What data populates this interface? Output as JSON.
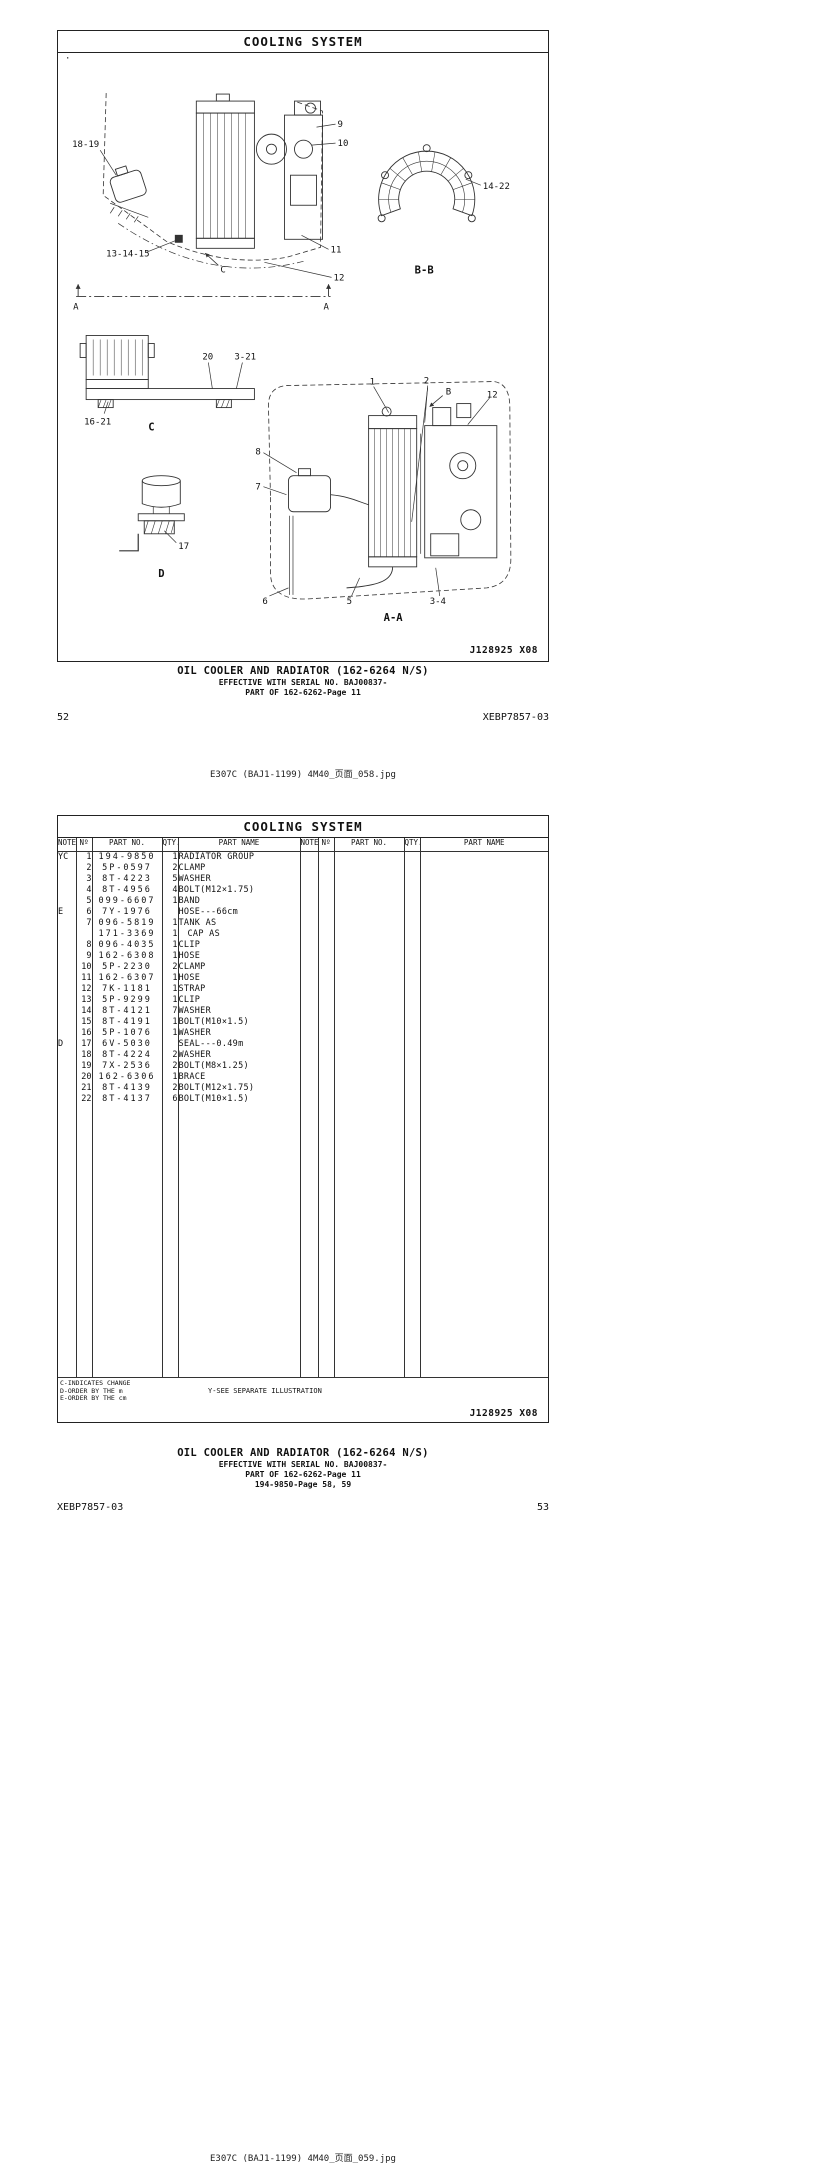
{
  "page1": {
    "header": "COOLING SYSTEM",
    "stray_mark": "·",
    "plate_id": "J128925 X08",
    "callouts": {
      "k18_19": "18-19",
      "k13_14_15": "13-14-15",
      "k9": "9",
      "k10": "10",
      "k11": "11",
      "k12_top": "12",
      "arrow_c": "C",
      "sec_a_left": "A",
      "sec_a_right": "A",
      "k14_22": "14-22",
      "view_bb": "B-B",
      "k20": "20",
      "k3_21": "3-21",
      "k16_21": "16-21",
      "view_c": "C",
      "k17": "17",
      "view_d": "D",
      "k1": "1",
      "k2": "2",
      "arrow_b": "B",
      "k12_side": "12",
      "k8": "8",
      "k7": "7",
      "k6": "6",
      "k5": "5",
      "k3_4": "3-4",
      "view_aa": "A-A"
    },
    "title_lines": [
      "OIL COOLER AND RADIATOR (162-6264 N/S)",
      "EFFECTIVE WITH SERIAL NO. BAJ00837-",
      "PART OF 162-6262-Page 11"
    ],
    "page_number": "52",
    "doc_code": "XEBP7857-03",
    "caption": "E307C (BAJ1-1199) 4M40_页面_058.jpg"
  },
  "page2": {
    "header": "COOLING SYSTEM",
    "plate_id": "J128925 X08",
    "table": {
      "headers": [
        "NOTE",
        "Nº",
        "PART NO.",
        "QTY.",
        "PART NAME"
      ],
      "rows": [
        {
          "note": "YC",
          "no": "1",
          "part_no": "194-9850",
          "qty": "1",
          "name": "RADIATOR GROUP"
        },
        {
          "note": "",
          "no": "2",
          "part_no": "5P-0597",
          "qty": "2",
          "name": "CLAMP"
        },
        {
          "note": "",
          "no": "3",
          "part_no": "8T-4223",
          "qty": "5",
          "name": "WASHER"
        },
        {
          "note": "",
          "no": "4",
          "part_no": "8T-4956",
          "qty": "4",
          "name": "BOLT(M12×1.75)"
        },
        {
          "note": "",
          "no": "5",
          "part_no": "099-6607",
          "qty": "1",
          "name": "BAND"
        },
        {
          "note": "E",
          "no": "6",
          "part_no": "7Y-1976",
          "qty": "",
          "name": "HOSE---66cm"
        },
        {
          "note": "",
          "no": "7",
          "part_no": "096-5819",
          "qty": "1",
          "name": "TANK AS"
        },
        {
          "note": "",
          "no": "",
          "part_no": "171-3369",
          "qty": "1",
          "name": "CAP AS",
          "indent": true
        },
        {
          "note": "",
          "no": "8",
          "part_no": "096-4035",
          "qty": "1",
          "name": "CLIP"
        },
        {
          "note": "",
          "no": "9",
          "part_no": "162-6308",
          "qty": "1",
          "name": "HOSE"
        },
        {
          "note": "",
          "no": "10",
          "part_no": "5P-2230",
          "qty": "2",
          "name": "CLAMP"
        },
        {
          "note": "",
          "no": "11",
          "part_no": "162-6307",
          "qty": "1",
          "name": "HOSE"
        },
        {
          "note": "",
          "no": "12",
          "part_no": "7K-1181",
          "qty": "1",
          "name": "STRAP"
        },
        {
          "note": "",
          "no": "13",
          "part_no": "5P-9299",
          "qty": "1",
          "name": "CLIP"
        },
        {
          "note": "",
          "no": "14",
          "part_no": "8T-4121",
          "qty": "7",
          "name": "WASHER"
        },
        {
          "note": "",
          "no": "15",
          "part_no": "8T-4191",
          "qty": "1",
          "name": "BOLT(M10×1.5)"
        },
        {
          "note": "",
          "no": "16",
          "part_no": "5P-1076",
          "qty": "1",
          "name": "WASHER"
        },
        {
          "note": "D",
          "no": "17",
          "part_no": "6V-5030",
          "qty": "",
          "name": "SEAL---0.49m"
        },
        {
          "note": "",
          "no": "18",
          "part_no": "8T-4224",
          "qty": "2",
          "name": "WASHER"
        },
        {
          "note": "",
          "no": "19",
          "part_no": "7X-2536",
          "qty": "2",
          "name": "BOLT(M8×1.25)"
        },
        {
          "note": "",
          "no": "20",
          "part_no": "162-6306",
          "qty": "1",
          "name": "BRACE"
        },
        {
          "note": "",
          "no": "21",
          "part_no": "8T-4139",
          "qty": "2",
          "name": "BOLT(M12×1.75)"
        },
        {
          "note": "",
          "no": "22",
          "part_no": "8T-4137",
          "qty": "6",
          "name": "BOLT(M10×1.5)"
        }
      ],
      "footnotes_left": [
        "C-INDICATES CHANGE",
        "D-ORDER BY THE m",
        "E-ORDER BY THE cm"
      ],
      "footnote_right": "Y-SEE SEPARATE ILLUSTRATION"
    },
    "title_lines": [
      "OIL COOLER AND RADIATOR (162-6264 N/S)",
      "EFFECTIVE WITH SERIAL NO. BAJ00837-",
      "PART OF 162-6262-Page 11",
      "194-9850-Page 58, 59"
    ],
    "doc_code": "XEBP7857-03",
    "page_number": "53",
    "caption": "E307C (BAJ1-1199) 4M40_页面_059.jpg"
  }
}
